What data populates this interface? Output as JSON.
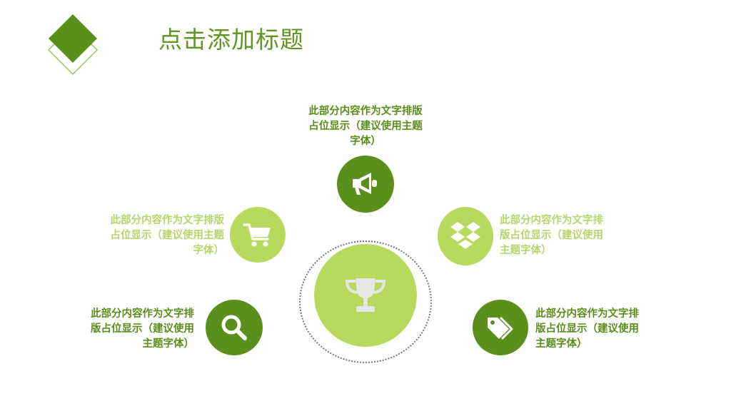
{
  "title": "点击添加标题",
  "colors": {
    "dark_green": "#5b8f1c",
    "light_green": "#b9d95e",
    "title_green": "#5f9520",
    "light_text": "#b7d56a"
  },
  "center": {
    "icon": "trophy-icon"
  },
  "items": [
    {
      "id": "top",
      "icon": "megaphone-icon",
      "text": "此部分内容作为文字排版\n占位显示（建议使用主题\n字体）"
    },
    {
      "id": "left-upper",
      "icon": "shopping-cart-icon",
      "text": "此部分内容作为文字排版\n占位显示（建议使用主题\n字体）"
    },
    {
      "id": "right-upper",
      "icon": "dropbox-icon",
      "text": "此部分内容作为文字排\n版占位显示（建议使用\n主题字体）"
    },
    {
      "id": "left-lower",
      "icon": "search-icon",
      "text": "此部分内容作为文字排\n版占位显示（建议使用\n主题字体）"
    },
    {
      "id": "right-lower",
      "icon": "tags-icon",
      "text": "此部分内容作为文字排\n版占位显示（建议使用\n主题字体）"
    }
  ]
}
